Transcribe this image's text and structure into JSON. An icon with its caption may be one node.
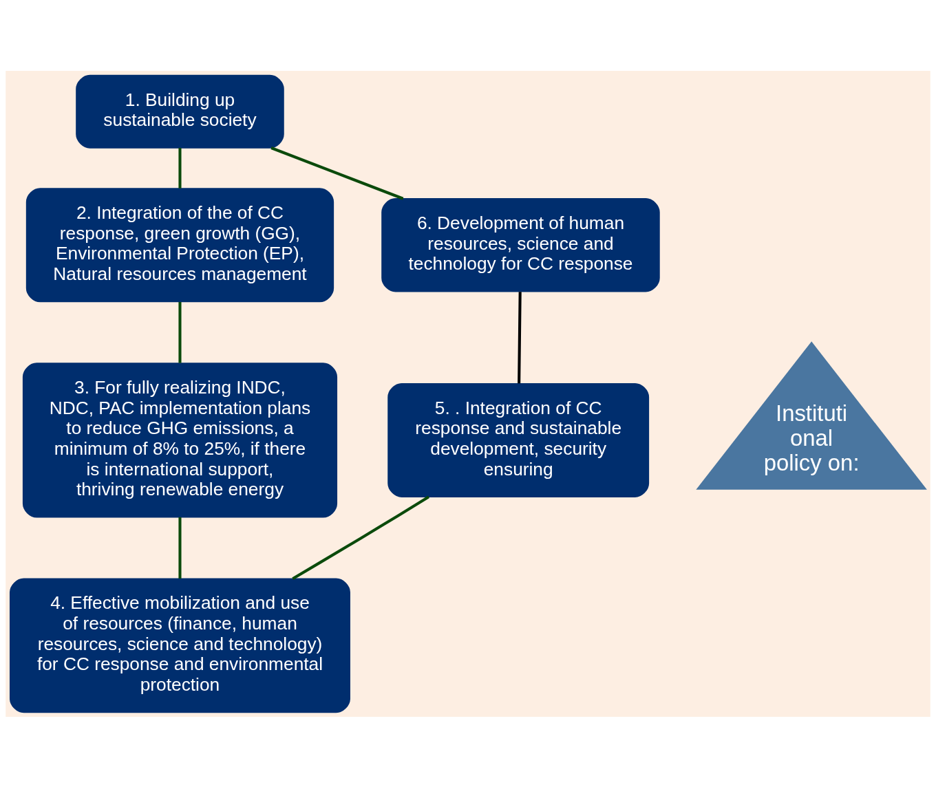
{
  "diagram": {
    "nodes": [
      {
        "text": [
          "1. Building up sustainable society"
        ]
      },
      {
        "text": [
          "2. Integration of the of CC response, green growth (GG), Environmental Protection (EP), Natural resources management"
        ]
      },
      {
        "text": [
          "3. For fully realizing INDC, NDC, PAC implementation plans to reduce GHG emissions, a minimum of 8% to 25%, if there is international support, thriving renewable energy"
        ]
      },
      {
        "text": [
          "4. Effective mobilization and use of resources (finance, human resources, science and technology) for CC response and environmental protection"
        ]
      },
      {
        "text": [
          "5. . Integration of CC response and sustainable development, security ensuring"
        ]
      },
      {
        "text": [
          "6. Development of human resources, science and technology for CC response"
        ]
      },
      {
        "text": [
          "Instituti onal policy on:"
        ]
      }
    ],
    "edges": [
      {
        "from": 0,
        "to": 1,
        "arrow": "none"
      },
      {
        "from": 1,
        "to": 2,
        "arrow": "none"
      },
      {
        "from": 2,
        "to": 3,
        "arrow": "none"
      },
      {
        "from": 3,
        "to": 4,
        "arrow": "none"
      },
      {
        "from": 4,
        "to": 5,
        "arrow": "none",
        "color": "#000000"
      },
      {
        "from": 5,
        "to": 0,
        "arrow": "none"
      }
    ]
  }
}
